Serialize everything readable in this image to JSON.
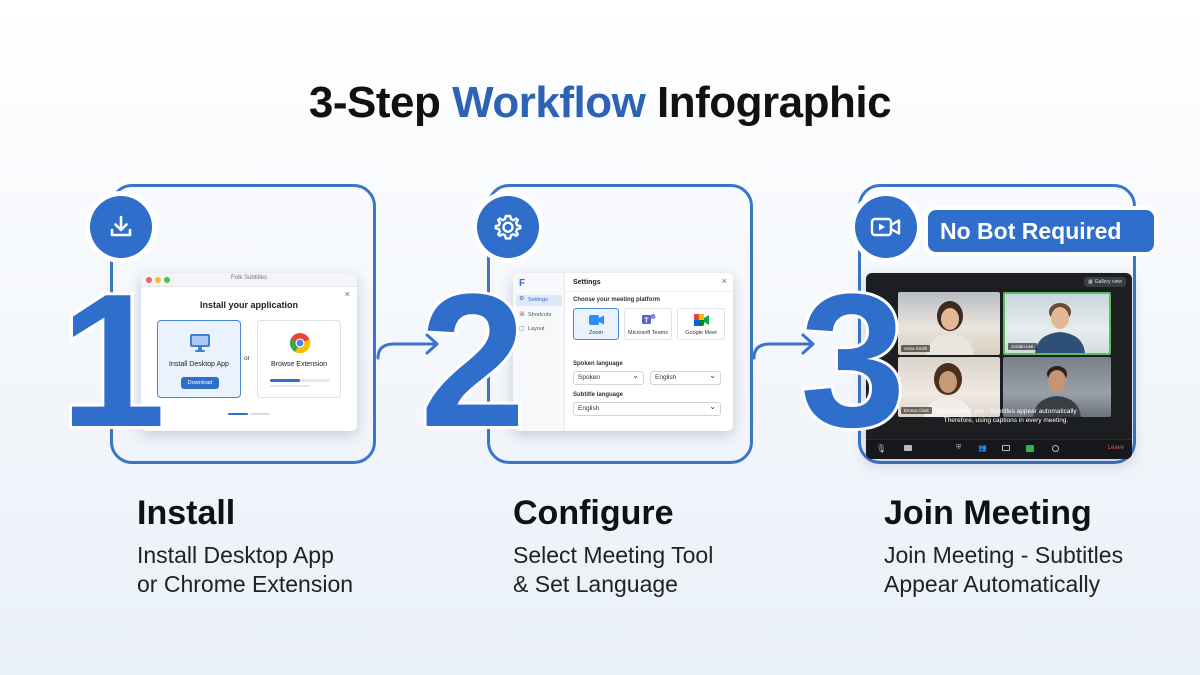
{
  "title": {
    "part1": "3-Step ",
    "accent": "Workflow",
    "part2": " Infographic"
  },
  "colors": {
    "accent": "#2f6ecb",
    "frame": "#3a75c9",
    "text": "#111111"
  },
  "steps": [
    {
      "number": "1",
      "icon": "download-icon",
      "title": "Install",
      "desc_line1": "Install Desktop App",
      "desc_line2": "or Chrome Extension",
      "window": {
        "bar_title": "Folk Subtitles",
        "heading": "Install your application",
        "option1_label": "Install Desktop App",
        "option1_button": "Download",
        "or_text": "or",
        "option2_label": "Browse Extension"
      }
    },
    {
      "number": "2",
      "icon": "gear-icon",
      "title": "Configure",
      "desc_line1": "Select Meeting Tool",
      "desc_line2": "& Set Language",
      "window": {
        "logo": "F",
        "sidebar_items": [
          "Settings",
          "Shortcuts",
          "Layout"
        ],
        "panel_title": "Settings",
        "platform_label": "Choose your meeting platform",
        "platforms": [
          "Zoom",
          "Microsoft Teams",
          "Google Meet"
        ],
        "spoken_label": "Spoken language",
        "spoken_value": "Spoken",
        "spoken_value2": "English",
        "subtitle_label": "Subtitle language",
        "subtitle_value": "English"
      }
    },
    {
      "number": "3",
      "icon": "video-camera-icon",
      "title": "Join Meeting",
      "desc_line1": "Join Meeting - Subtitles",
      "desc_line2": "Appear Automatically",
      "badge": "No Bot Required",
      "window": {
        "view_button": "Gallery view",
        "participants": [
          "Anna Smith",
          "Jordan Lee",
          "Emma Clark",
          ""
        ],
        "caption_line1": "Nice to meet you - Subtitles appear automatically",
        "caption_line2": "Therefore, using captions in every meeting.",
        "leave_label": "Leave"
      }
    }
  ]
}
